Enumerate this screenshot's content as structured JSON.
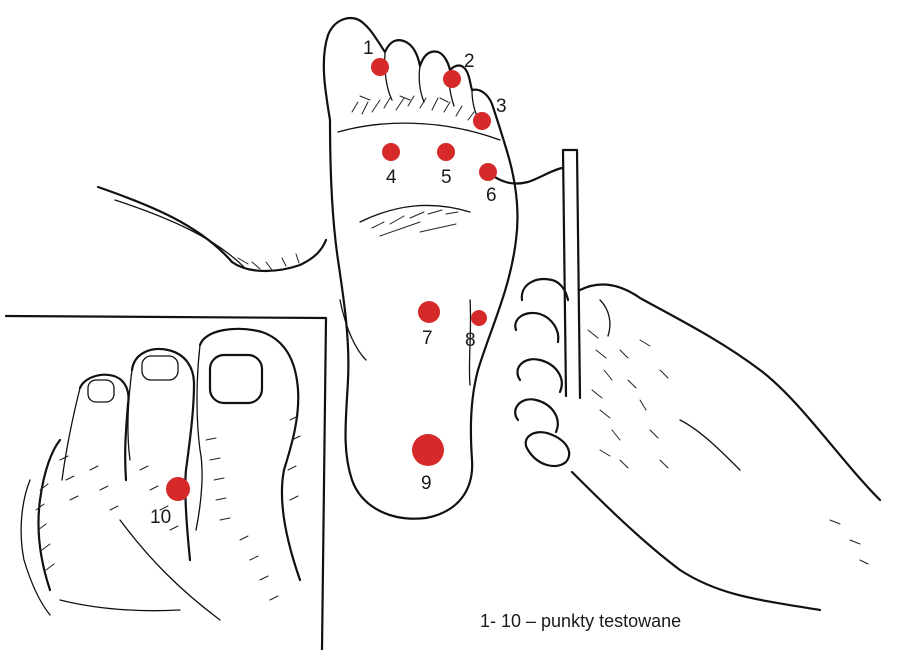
{
  "colors": {
    "marker": "#d62a2a",
    "ink": "#111111",
    "background": "#ffffff"
  },
  "points": [
    {
      "label": "1"
    },
    {
      "label": "2"
    },
    {
      "label": "3"
    },
    {
      "label": "4"
    },
    {
      "label": "5"
    },
    {
      "label": "6"
    },
    {
      "label": "7"
    },
    {
      "label": "8"
    },
    {
      "label": "9"
    },
    {
      "label": "10"
    }
  ],
  "caption": "1- 10 – punkty testowane"
}
